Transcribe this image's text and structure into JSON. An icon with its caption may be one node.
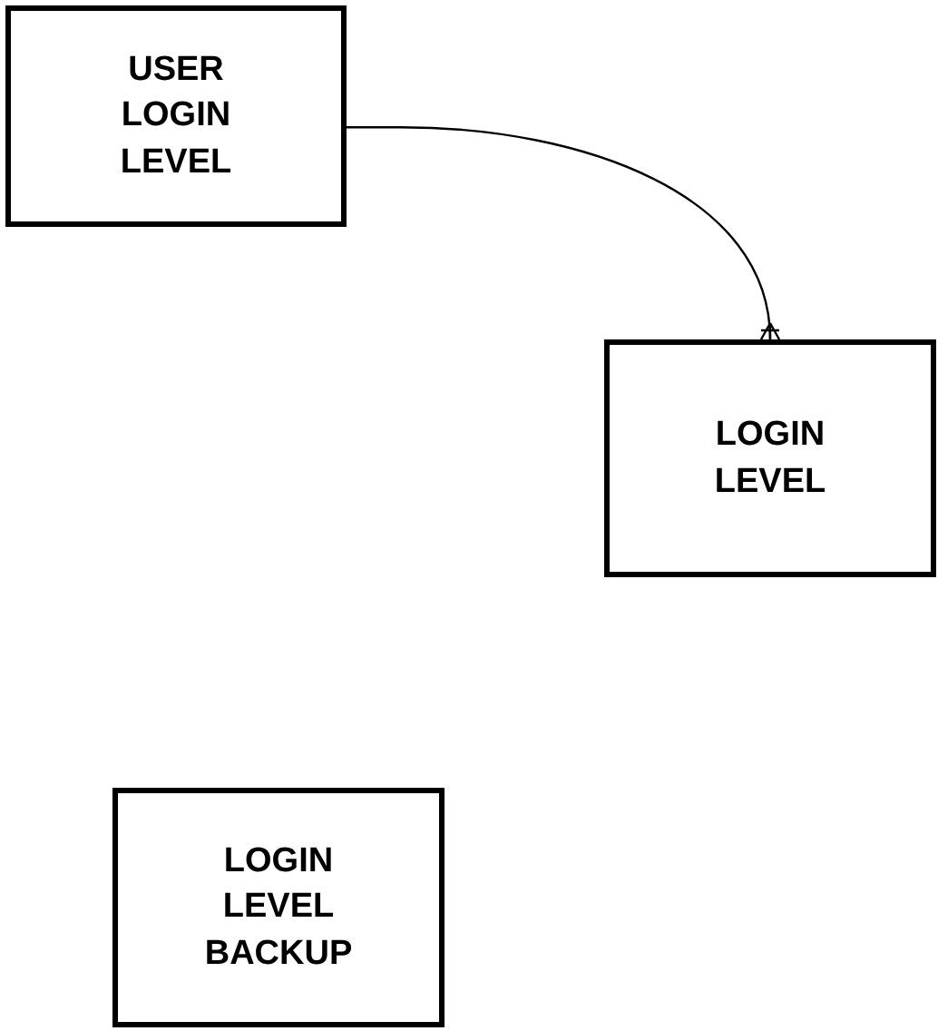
{
  "diagram": {
    "nodes": [
      {
        "text": [
          "USER LOGIN LEVEL"
        ]
      },
      {
        "text": [
          "LOGIN LEVEL"
        ]
      },
      {
        "text": [
          "LOGIN LEVEL BACKUP"
        ]
      }
    ],
    "edges": [
      {
        "from": 0,
        "to": 1,
        "arrow": "other"
      }
    ]
  }
}
